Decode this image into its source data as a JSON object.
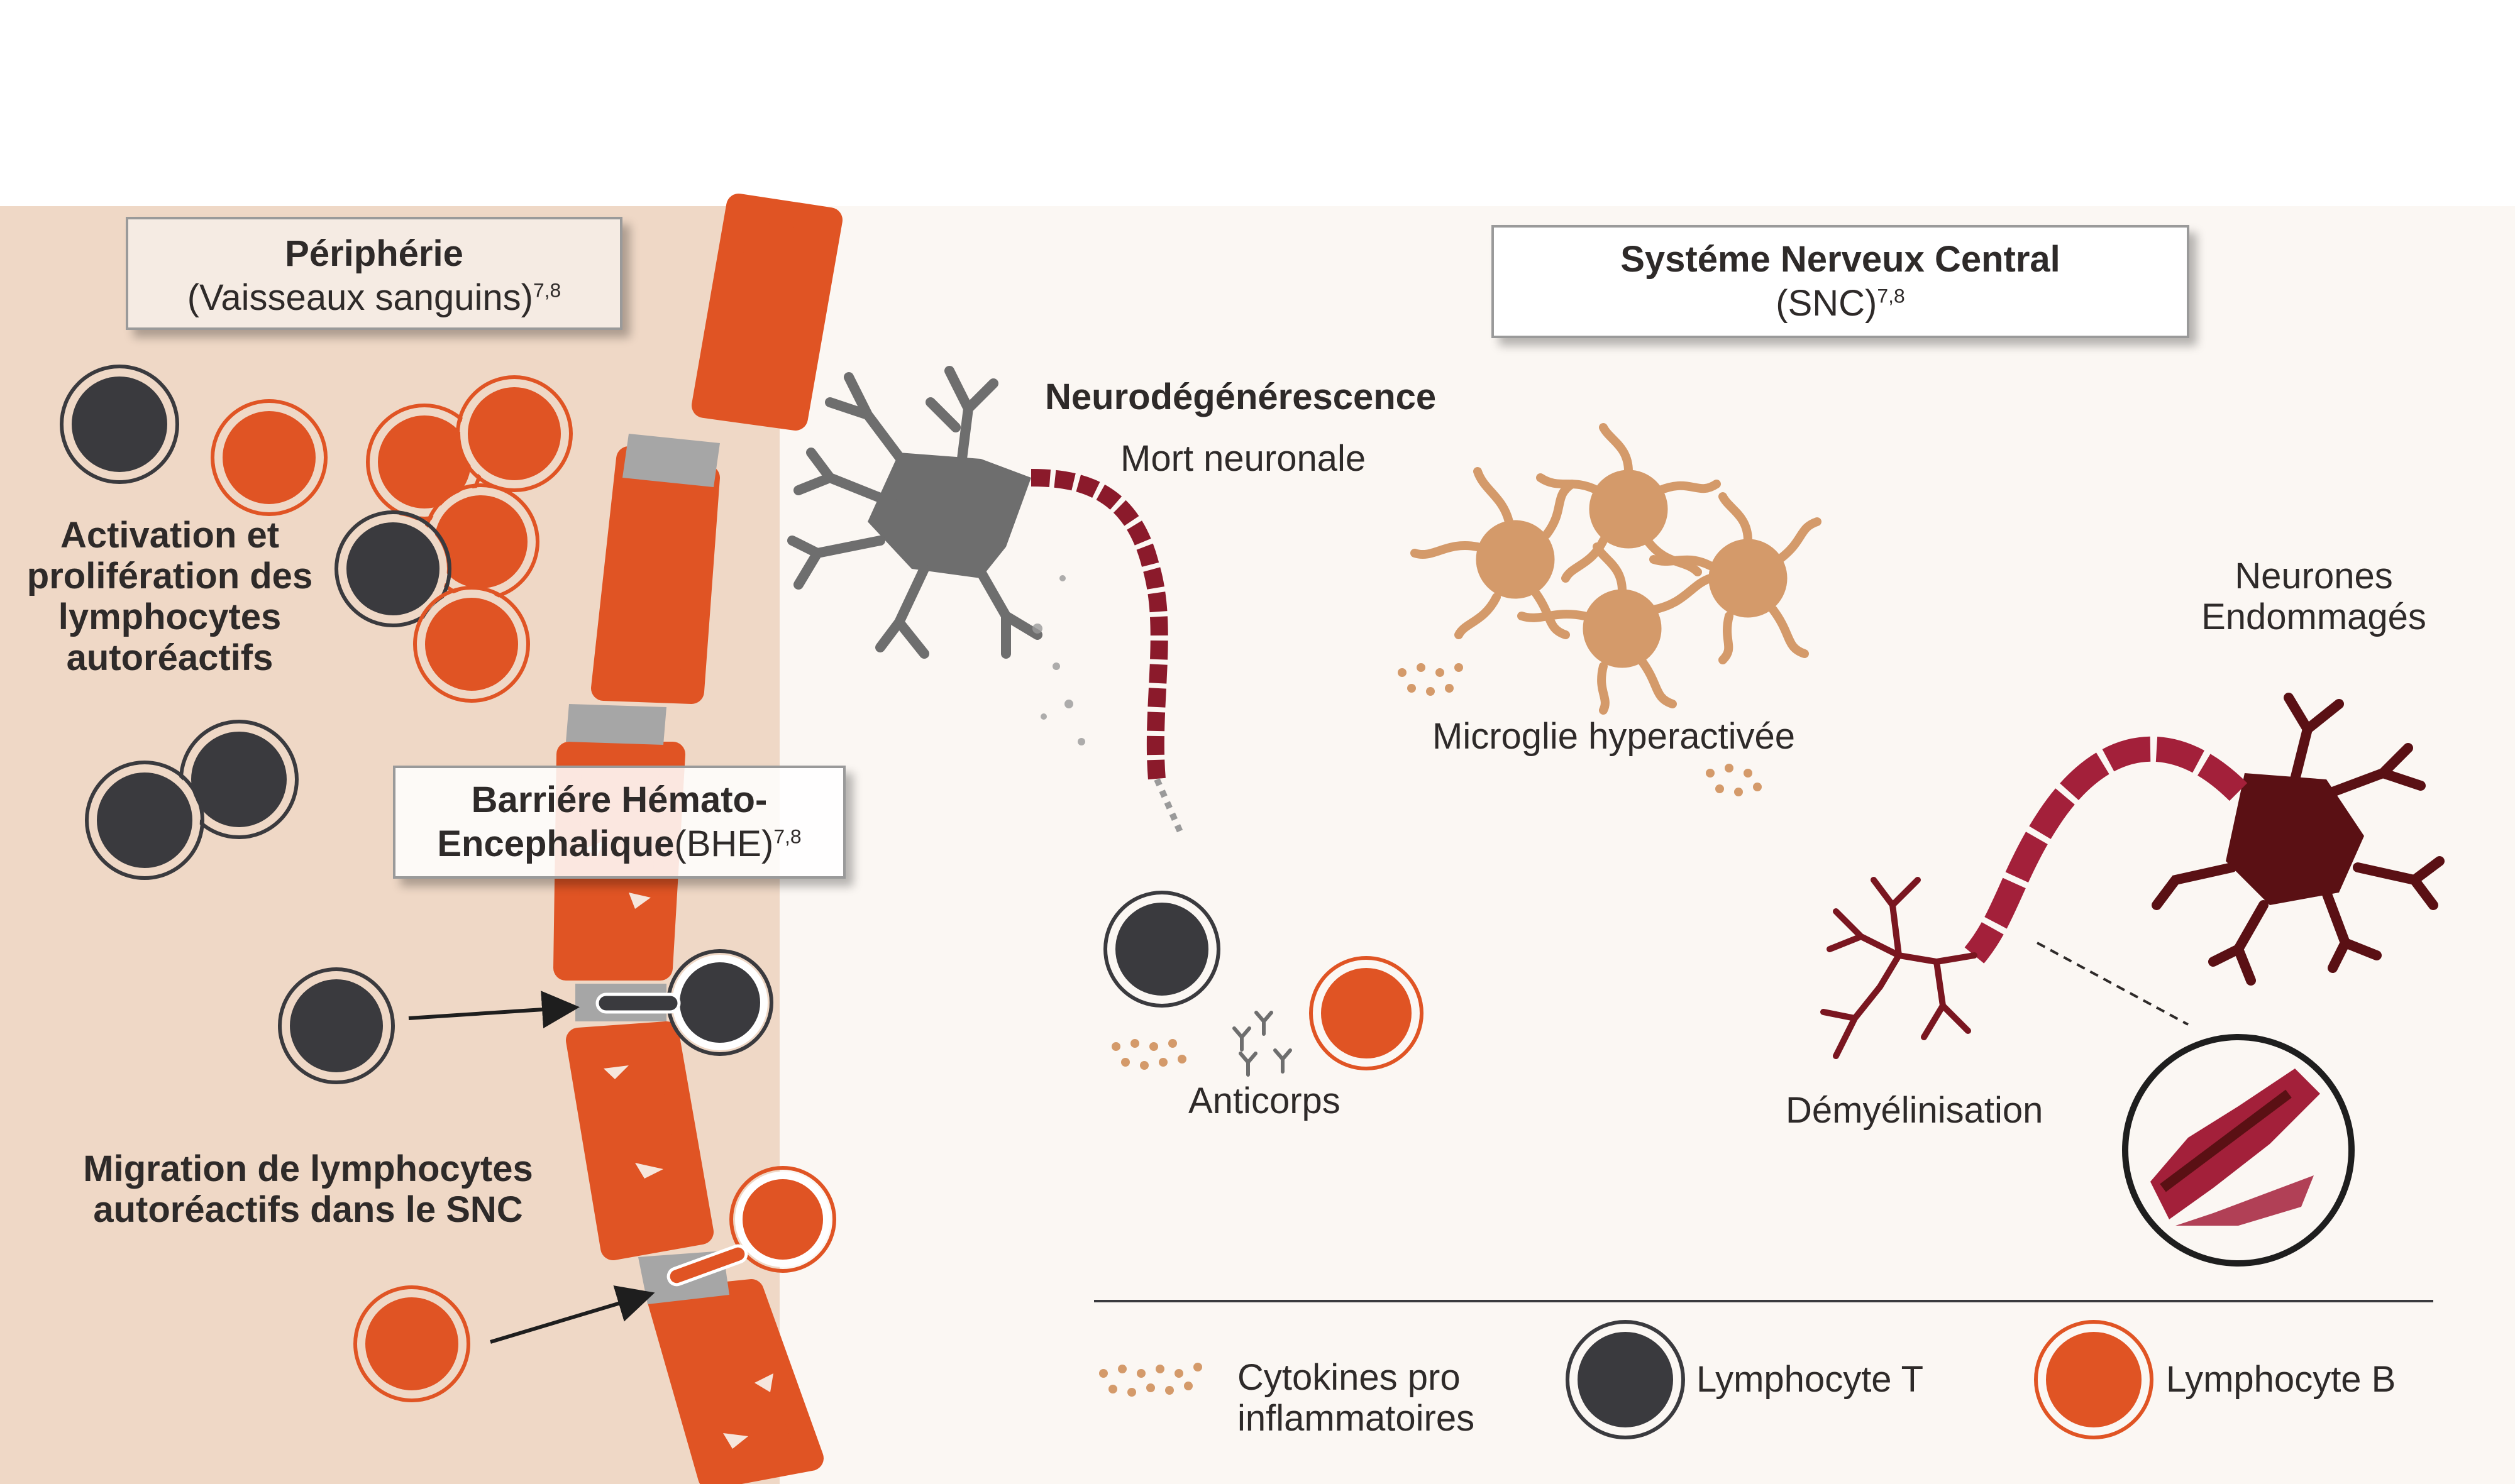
{
  "periphery": {
    "title": "Périphérie",
    "subtitle": "(Vaisseaux sanguins)",
    "ref": "7,8"
  },
  "cns": {
    "title": "Systéme Nerveux Central",
    "subtitle": "(SNC)",
    "ref": "7,8"
  },
  "bbb": {
    "line1": "Barriére Hémato-",
    "line2_bold": "Encephalique",
    "line2_rest": "(BHE)",
    "ref": "7,8"
  },
  "labels": {
    "activation": [
      "Activation et",
      "prolifération des",
      "lymphocytes",
      "autoréactifs"
    ],
    "migration": [
      "Migration de lymphocytes",
      "autoréactifs dans le SNC"
    ],
    "neurodegeneration": "Neurodégénérescence",
    "neuronal_death": "Mort neuronale",
    "microglia": "Microglie hyperactivée",
    "damaged_neurons": [
      "Neurones",
      "Endommagés"
    ],
    "antibodies": "Anticorps",
    "demyelination": "Démyélinisation"
  },
  "legend": {
    "cytokines": [
      "Cytokines pro",
      "inflammatoires"
    ],
    "t_cell": "Lymphocyte T",
    "b_cell": "Lymphocyte B"
  },
  "colors": {
    "periphery_bg": "#efd8c6",
    "cns_bg": "#fbf7f3",
    "vessel": "#e05424",
    "junction": "#a6a6a6",
    "t_cell": "#3a3a3e",
    "b_cell": "#e05424",
    "microglia": "#d49a6a",
    "damaged_neuron": "#7a1620",
    "dead_neuron": "#6e6e6e"
  }
}
